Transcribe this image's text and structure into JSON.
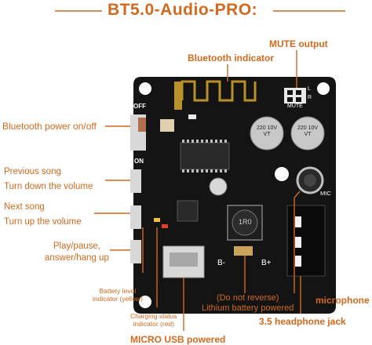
{
  "title": "BT5.0-Audio-PRO:",
  "labels": {
    "mute_output": "MUTE output",
    "bluetooth_indicator": "Bluetooth indicator",
    "bt_power": "Bluetooth power on/off",
    "prev_song_1": "Previous song",
    "prev_song_2": "Turn down the volume",
    "next_song_1": "Next song",
    "next_song_2": "Turn up the volume",
    "play_1": "Play/pause,",
    "play_2": "answer/hang up",
    "battery_level_1": "Battery level",
    "battery_level_2": "indicator (yellow)",
    "charging_1": "Charging status",
    "charging_2": "indicator (red)",
    "lithium_1": "(Do not reverse)",
    "lithium_2": "Lithium battery powered",
    "microphone": "microphone",
    "headphone_jack": "3.5 headphone jack",
    "micro_usb": "MICRO USB powered"
  },
  "board_text": {
    "off": "OFF",
    "on": "ON",
    "mute": "MUTE",
    "mute_l": "L",
    "mute_r": "R",
    "mic": "MIC",
    "b_minus": "B-",
    "b_plus": "B+",
    "cap1": "220 10V VT",
    "cap2": "220 10V VT",
    "inductor": "1R0"
  },
  "colors": {
    "accent": "#d2691e",
    "board": "#141414",
    "capacitor": "#c8c8c8"
  }
}
